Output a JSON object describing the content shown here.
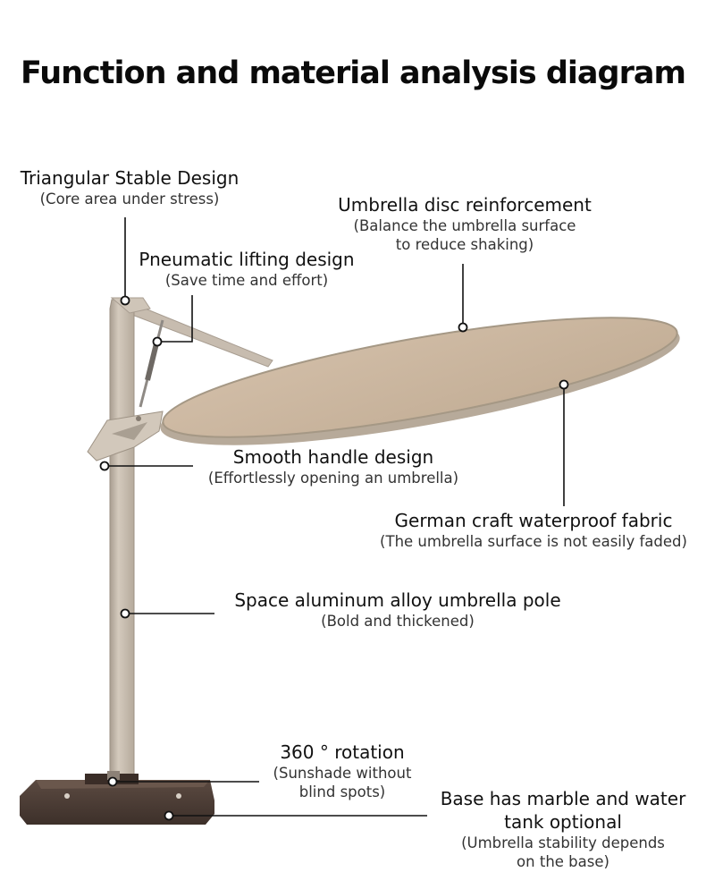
{
  "title": "Function and material analysis diagram",
  "callouts": {
    "triangular": {
      "heading": "Triangular Stable Design",
      "sub": "(Core area under stress)"
    },
    "reinforcement": {
      "heading": "Umbrella disc reinforcement",
      "sub1": "(Balance the umbrella surface",
      "sub2": "to reduce shaking)"
    },
    "pneumatic": {
      "heading": "Pneumatic lifting design",
      "sub": "(Save time and effort)"
    },
    "handle": {
      "heading": "Smooth handle design",
      "sub": "(Effortlessly opening an umbrella)"
    },
    "fabric": {
      "heading": "German craft waterproof fabric",
      "sub": "(The umbrella surface is not easily faded)"
    },
    "pole": {
      "heading": "Space aluminum alloy umbrella pole",
      "sub": "(Bold and thickened)"
    },
    "rotation": {
      "heading": "360 ° rotation",
      "sub1": "(Sunshade without",
      "sub2": "blind spots)"
    },
    "base": {
      "heading1": "Base has marble and water",
      "heading2": "tank optional",
      "sub1": "(Umbrella stability depends",
      "sub2": "on the base)"
    }
  },
  "colors": {
    "canopy": "#c8b39c",
    "frame": "#c4b9ab",
    "base": "#4a3a33",
    "leader": "#111111"
  }
}
